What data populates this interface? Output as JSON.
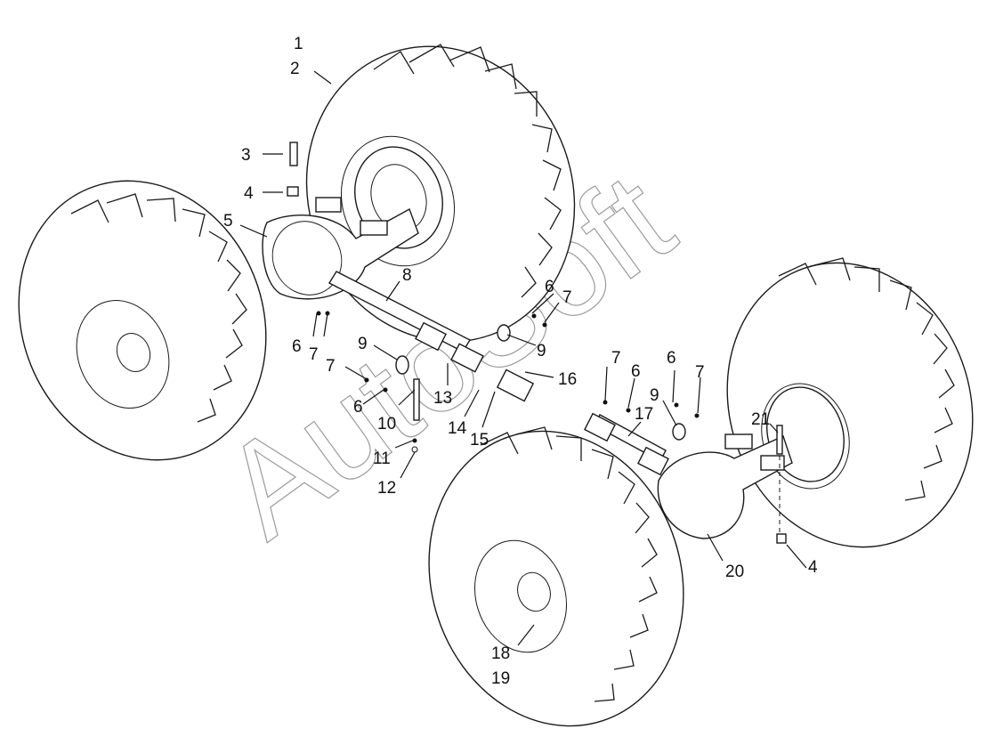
{
  "watermark": "AutoSoft",
  "callouts": {
    "c1": "1",
    "c2": "2",
    "c3": "3",
    "c4a": "4",
    "c5": "5",
    "c6a": "6",
    "c7a": "7",
    "c8": "8",
    "c6b": "6",
    "c7b": "7",
    "c9a": "9",
    "c9b": "9",
    "c7c": "7",
    "c6c": "6",
    "c10": "10",
    "c11": "11",
    "c12": "12",
    "c13": "13",
    "c14": "14",
    "c15": "15",
    "c16": "16",
    "c7d": "7",
    "c6d": "6",
    "c6e": "6",
    "c7e": "7",
    "c9c": "9",
    "c17": "17",
    "c21": "21",
    "c20": "20",
    "c4b": "4",
    "c18": "18",
    "c19": "19"
  }
}
